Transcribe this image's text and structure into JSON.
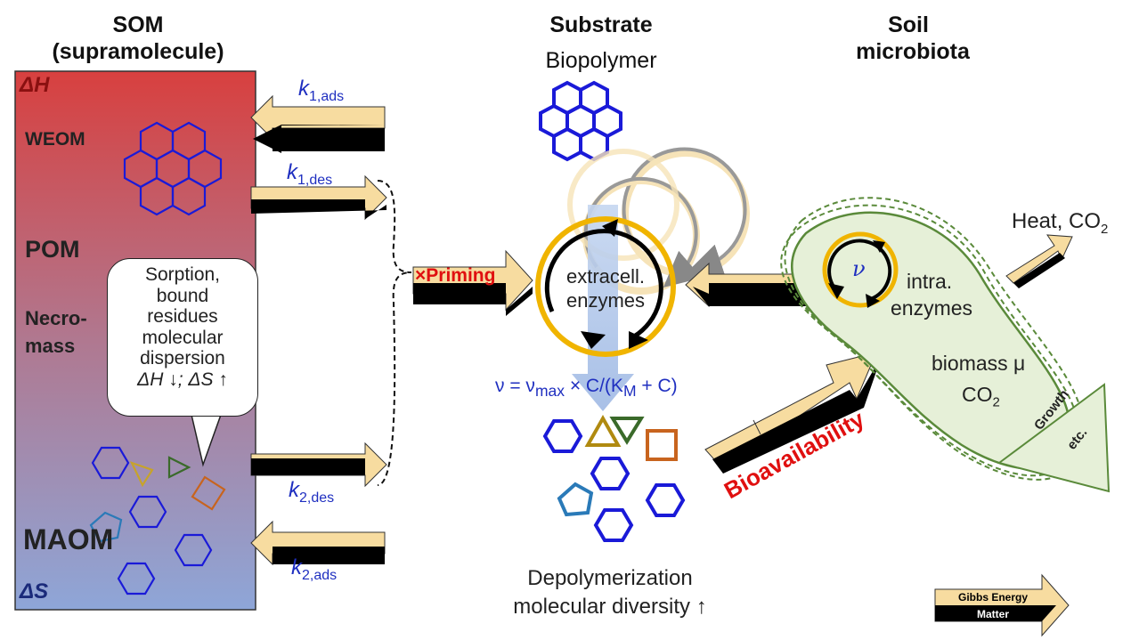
{
  "headers": {
    "som_line1": "SOM",
    "som_line2": "(supramolecule)",
    "substrate": "Substrate",
    "biopolymer": "Biopolymer",
    "soil_line1": "Soil",
    "soil_line2": "microbiota"
  },
  "som_panel": {
    "delta_h": "ΔH",
    "delta_s": "ΔS",
    "weom": "WEOM",
    "pom": "POM",
    "necromass_line1": "Necro-",
    "necromass_line2": "mass",
    "maom": "MAOM",
    "gradient_top_color": "#d8403f",
    "gradient_bottom_color": "#8ea6d8"
  },
  "bubble": {
    "lines": [
      "Sorption,",
      "bound",
      "residues",
      "molecular",
      "dispersion"
    ],
    "entropy_line": "ΔH ↓; ΔS ↑"
  },
  "rates": {
    "k1_ads": {
      "k": "k",
      "sub": "1,ads"
    },
    "k1_des": {
      "k": "k",
      "sub": "1,des"
    },
    "k2_des": {
      "k": "k",
      "sub": "2,des"
    },
    "k2_ads": {
      "k": "k",
      "sub": "2,ads"
    }
  },
  "center": {
    "priming": "×Priming",
    "enzyme_line1": "extracell.",
    "enzyme_line2": "enzymes",
    "equation": "ν = ν<sub>max</sub> × C/(K<sub>M</sub> + C)",
    "depoly_line1": "Depolymerization",
    "depoly_line2": "molecular diversity ↑"
  },
  "microbe": {
    "nu": "ν",
    "intra_line1": "intra.",
    "intra_line2": "enzymes",
    "biomass_line1": "biomass μ",
    "biomass_line2": "CO",
    "biomass_line2_sub": "2",
    "heat": "Heat, CO",
    "heat_sub": "2",
    "growth_line1": "Growth",
    "growth_line2": "etc.",
    "bioavailability": "Bioavailability"
  },
  "legend": {
    "energy": "Gibbs Energy",
    "matter": "Matter"
  },
  "colors": {
    "energy_arrow": "#f7dca0",
    "matter_arrow": "#000000",
    "molecule_blue": "#1a1ad8",
    "enzyme_ring": "#f0b400",
    "microbe_fill": "#e6f0d8",
    "microbe_edge": "#5a8a3a",
    "red_text": "#e01010",
    "flux_blue": "#a9c2e8"
  }
}
